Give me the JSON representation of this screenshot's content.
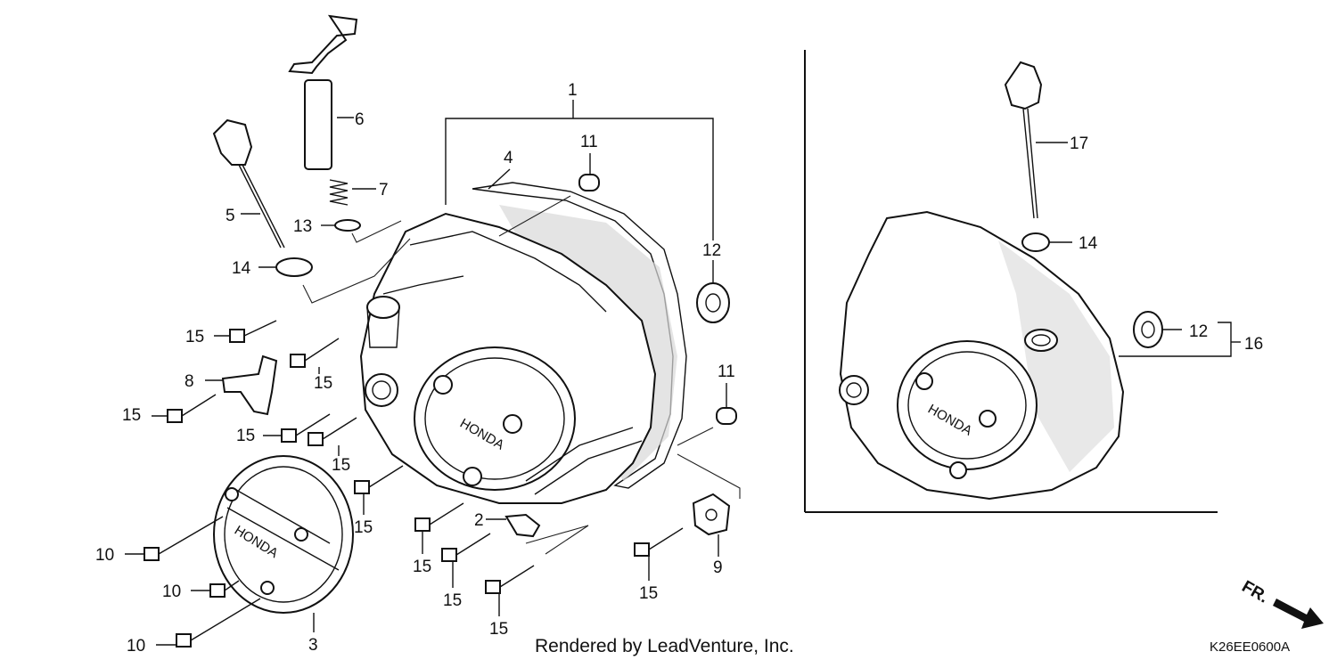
{
  "callouts": {
    "c1": "1",
    "c2": "2",
    "c3": "3",
    "c4": "4",
    "c5": "5",
    "c6": "6",
    "c7": "7",
    "c8": "8",
    "c9": "9",
    "c10": "10",
    "c11": "11",
    "c12": "12",
    "c13": "13",
    "c14": "14",
    "c15": "15",
    "c16": "16",
    "c17": "17"
  },
  "cover_logo": "HONDA",
  "footer": {
    "rendered_by": "Rendered by LeadVenture, Inc.",
    "diagram_code": "K26EE0600A",
    "direction": "FR."
  }
}
